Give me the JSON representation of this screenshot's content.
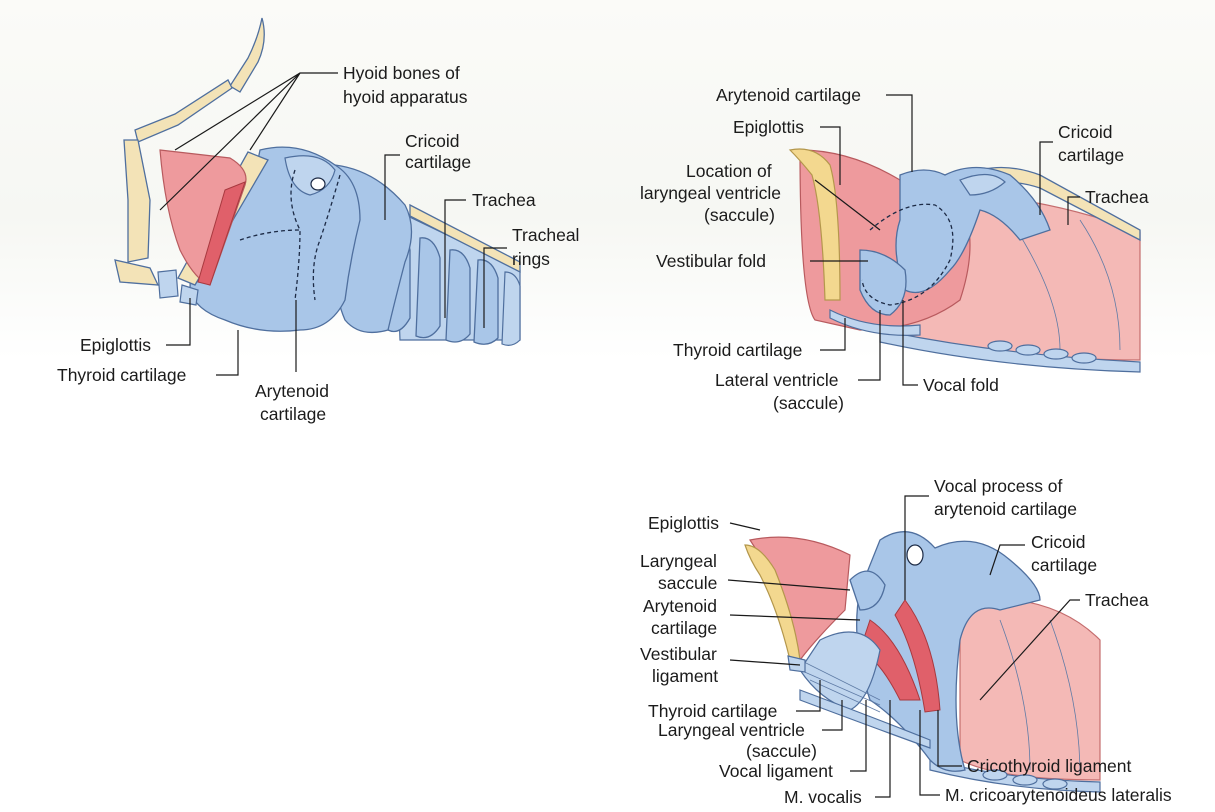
{
  "figure": {
    "panel_a": {
      "hyoid": [
        "Hyoid bones of",
        "hyoid apparatus"
      ],
      "cricoid": [
        "Cricoid",
        "cartilage"
      ],
      "trachea": "Trachea",
      "tracheal_rings": [
        "Tracheal",
        "rings"
      ],
      "epiglottis": "Epiglottis",
      "thyroid": "Thyroid cartilage",
      "arytenoid": [
        "Arytenoid",
        "cartilage"
      ]
    },
    "panel_b": {
      "arytenoid": "Arytenoid cartilage",
      "epiglottis": "Epiglottis",
      "location": [
        "Location of",
        "laryngeal ventricle",
        "(saccule)"
      ],
      "cricoid": [
        "Cricoid",
        "cartilage"
      ],
      "trachea": "Trachea",
      "vestibular_fold": "Vestibular fold",
      "thyroid": "Thyroid cartilage",
      "lateral_ventricle": [
        "Lateral ventricle",
        "(saccule)"
      ],
      "vocal_fold": "Vocal fold"
    },
    "panel_c": {
      "vocal_process": [
        "Vocal process of",
        "arytenoid cartilage"
      ],
      "epiglottis": "Epiglottis",
      "laryngeal_saccule": [
        "Laryngeal",
        "saccule"
      ],
      "cricoid": [
        "Cricoid",
        "cartilage"
      ],
      "trachea": "Trachea",
      "arytenoid": [
        "Arytenoid",
        "cartilage"
      ],
      "vestibular_ligament": [
        "Vestibular",
        "ligament"
      ],
      "thyroid": "Thyroid cartilage",
      "laryngeal_ventricle": [
        "Laryngeal ventricle",
        "(saccule)"
      ],
      "vocal_ligament": "Vocal ligament",
      "m_vocalis": "M. vocalis",
      "cricothyroid": "Cricothyroid ligament",
      "m_crico": "M. cricoarytenoideus lateralis"
    }
  }
}
